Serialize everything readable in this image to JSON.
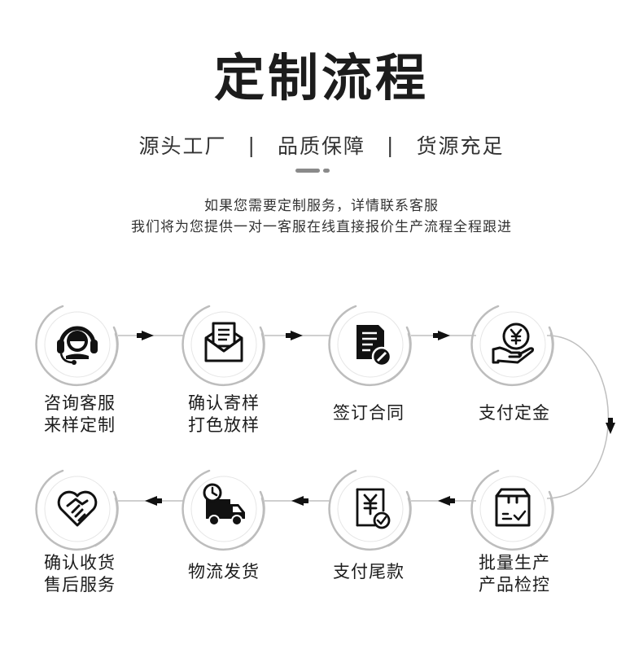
{
  "header": {
    "title": "定制流程",
    "subtitle_parts": [
      "源头工厂",
      "品质保障",
      "货源充足"
    ],
    "separator": "|",
    "desc_lines": [
      "如果您需要定制服务，详情联系客服",
      "我们将为您提供一对一客服在线直接报价生产流程全程跟进"
    ]
  },
  "steps": [
    {
      "id": "consult",
      "icon": "headset-icon",
      "lines": [
        "咨询客服",
        "来样定制"
      ]
    },
    {
      "id": "sample",
      "icon": "envelope-icon",
      "lines": [
        "确认寄样",
        "打色放样"
      ]
    },
    {
      "id": "contract",
      "icon": "document-icon",
      "lines": [
        "签订合同"
      ]
    },
    {
      "id": "deposit",
      "icon": "yen-hand-icon",
      "lines": [
        "支付定金"
      ]
    },
    {
      "id": "production",
      "icon": "box-check-icon",
      "lines": [
        "批量生产",
        "产品检控"
      ]
    },
    {
      "id": "balance",
      "icon": "yen-receipt-icon",
      "lines": [
        "支付尾款"
      ]
    },
    {
      "id": "shipping",
      "icon": "truck-clock-icon",
      "lines": [
        "物流发货"
      ]
    },
    {
      "id": "receipt",
      "icon": "handshake-icon",
      "lines": [
        "确认收货",
        "售后服务"
      ]
    }
  ],
  "colors": {
    "icon": "#111111",
    "ring": "#bdbdbd",
    "connector": "#bfbfbf",
    "arrow": "#111111"
  }
}
